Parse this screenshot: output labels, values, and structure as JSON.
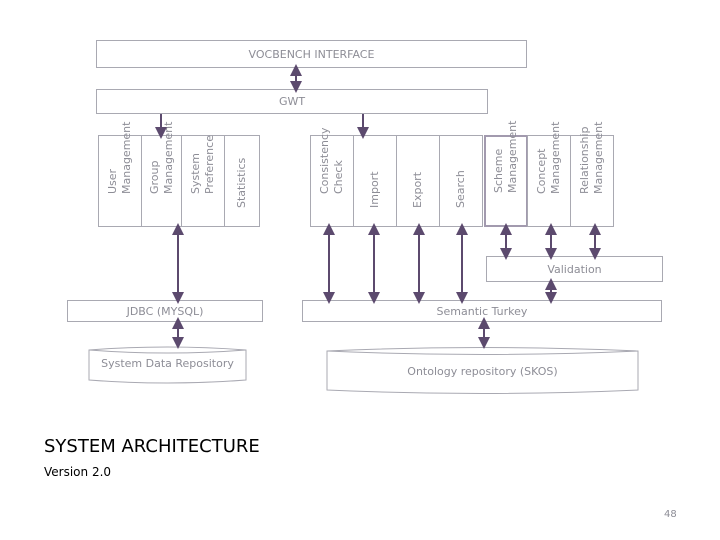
{
  "vocbench": "VOCBENCH INTERFACE",
  "gwt": "GWT",
  "left_modules": [
    "User\nManagement",
    "Group\nManagement",
    "System\nPreference",
    "Statistics"
  ],
  "right_modules": [
    "Consistency\nCheck",
    "Import",
    "Export",
    "Search",
    "Scheme\nManagement",
    "Concept\nManagement",
    "Relationship\nManagement"
  ],
  "validation": "Validation",
  "jdbc": "JDBC (MYSQL)",
  "semantic_turkey": "Semantic Turkey",
  "system_repo": "System Data Repository",
  "ontology_repo": "Ontology repository (SKOS)",
  "title": "SYSTEM ARCHITECTURE",
  "version": "Version 2.0",
  "page_number": "48",
  "colors": {
    "border": "#a9a9b2",
    "text": "#8d8d96",
    "arrow": "#5c4a6e"
  }
}
